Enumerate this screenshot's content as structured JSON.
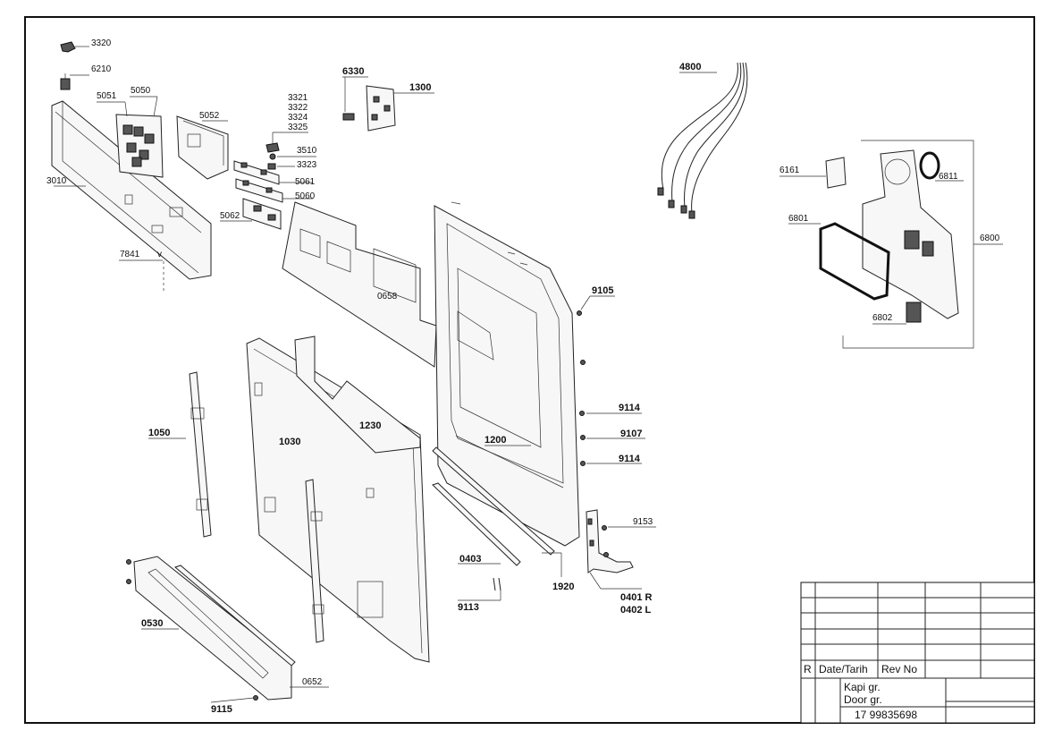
{
  "parts": {
    "p3320": "3320",
    "p6210": "6210",
    "p5051": "5051",
    "p5050": "5050",
    "p5052": "5052",
    "p3321": "3321",
    "p3322": "3322",
    "p3324": "3324",
    "p3325": "3325",
    "p3510": "3510",
    "p3323": "3323",
    "p5061": "5061",
    "p5060": "5060",
    "p5062": "5062",
    "p3010": "3010",
    "p7841": "7841",
    "p7841v": "v",
    "p6330": "6330",
    "p1300": "1300",
    "p4800": "4800",
    "p6161": "6161",
    "p6811": "6811",
    "p6801": "6801",
    "p6800": "6800",
    "p6802": "6802",
    "p0658": "0658",
    "p9105": "9105",
    "p9114a": "9114",
    "p9107": "9107",
    "p9114b": "9114",
    "p1050": "1050",
    "p1030": "1030",
    "p1230": "1230",
    "p1200": "1200",
    "p9153": "9153",
    "p0403": "0403",
    "p1920": "1920",
    "p0401": "0401 R",
    "p0402": "0402 L",
    "p9113": "9113",
    "p0530": "0530",
    "p0652": "0652",
    "p9115": "9115"
  },
  "title_block": {
    "rev_col_r": "R",
    "rev_col_date": "Date/Tarih",
    "rev_col_rev": "Rev No",
    "title_tr": "Kapi gr.",
    "title_en": "Door gr.",
    "doc_number": "17 99835698"
  }
}
